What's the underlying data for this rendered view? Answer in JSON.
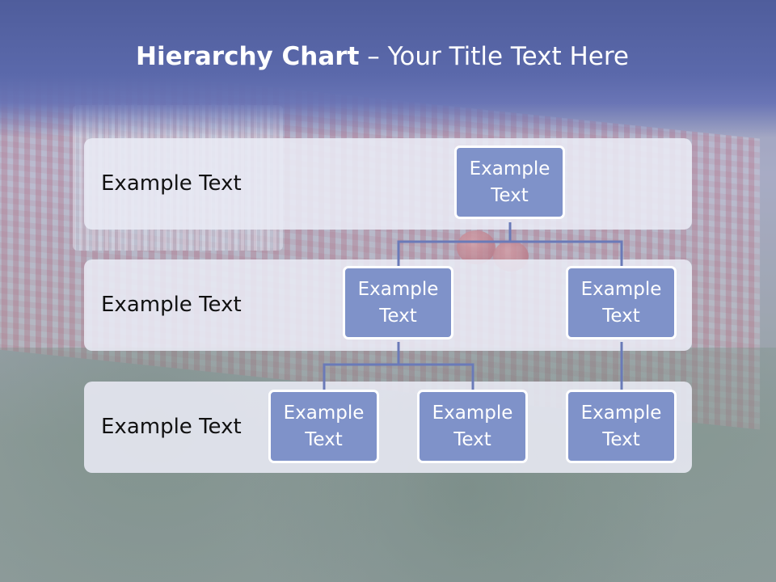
{
  "title": {
    "bold": "Hierarchy Chart",
    "rest": " – Your Title Text Here"
  },
  "rows": [
    {
      "label": "Example Text"
    },
    {
      "label": "Example Text"
    },
    {
      "label": "Example Text"
    }
  ],
  "nodes": {
    "root": "Example\nText",
    "level2_left": "Example\nText",
    "level2_right": "Example\nText",
    "level3_left": "Example\nText",
    "level3_middle": "Example\nText",
    "level3_right": "Example\nText"
  },
  "colors": {
    "node_fill": "#7f92c9",
    "node_border": "#ffffff",
    "connector": "#6a7ab8",
    "band_fill": "#e9ebf5",
    "title_bar": "#5b69ab"
  }
}
